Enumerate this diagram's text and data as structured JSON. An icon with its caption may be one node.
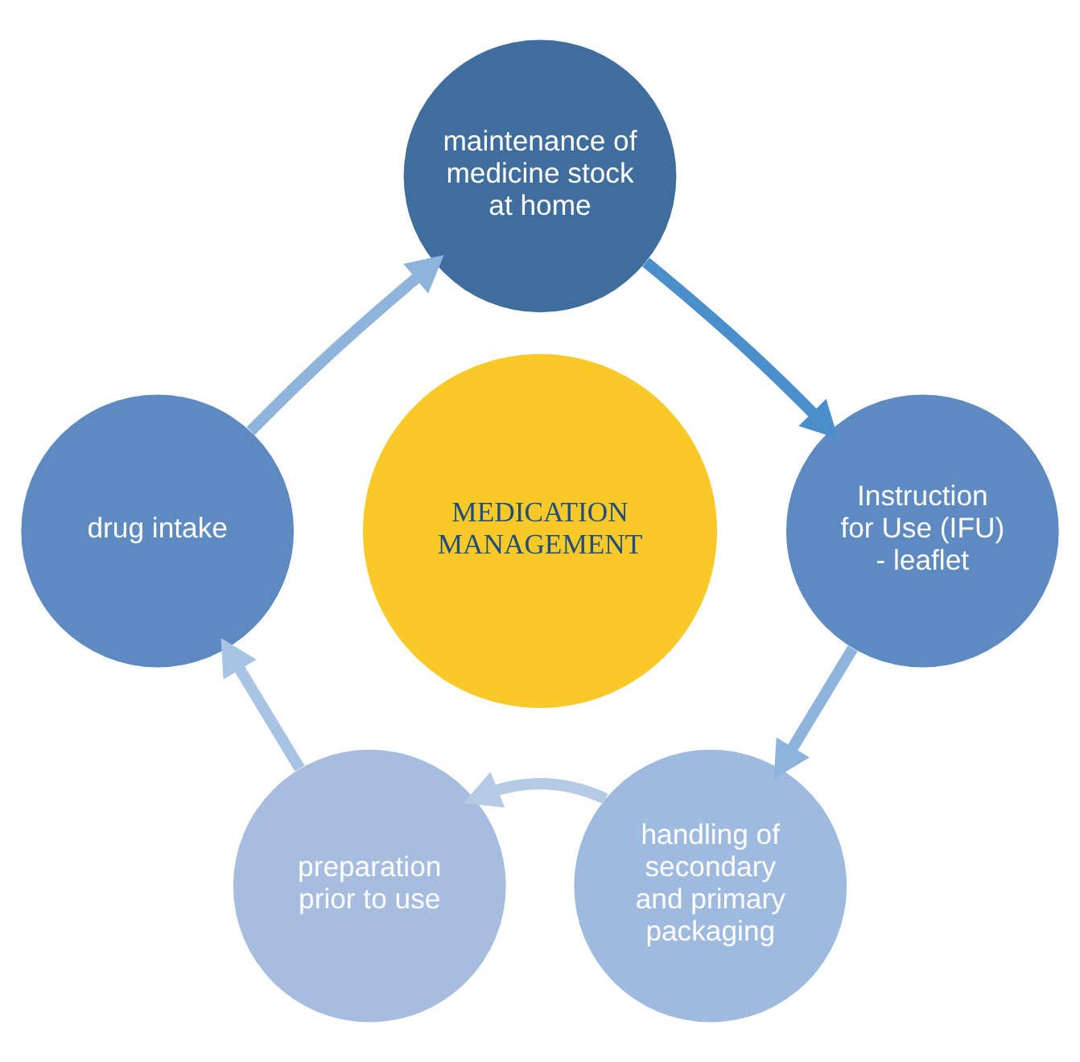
{
  "diagram": {
    "nodes": [
      {
        "text": [
          "MEDICATION MANAGEMENT"
        ]
      },
      {
        "text": [
          "maintenance of medicine stock at home"
        ]
      },
      {
        "text": [
          "Instruction for Use (IFU) - leaflet"
        ]
      },
      {
        "text": [
          "handling of secondary and primary packaging"
        ]
      },
      {
        "text": [
          "preparation prior to use"
        ]
      },
      {
        "text": [
          "drug intake"
        ]
      }
    ],
    "edges": [
      {
        "from": 1,
        "to": 2,
        "arrow": "to",
        "color": "#4a8fcb"
      },
      {
        "from": 2,
        "to": 3,
        "arrow": "to"
      },
      {
        "from": 3,
        "to": 4,
        "arrow": "to",
        "color": "#b4cbe6"
      },
      {
        "from": 4,
        "to": 5,
        "arrow": "to",
        "color": "#a8c4e3"
      },
      {
        "from": 5,
        "to": 1,
        "arrow": "to"
      }
    ]
  }
}
